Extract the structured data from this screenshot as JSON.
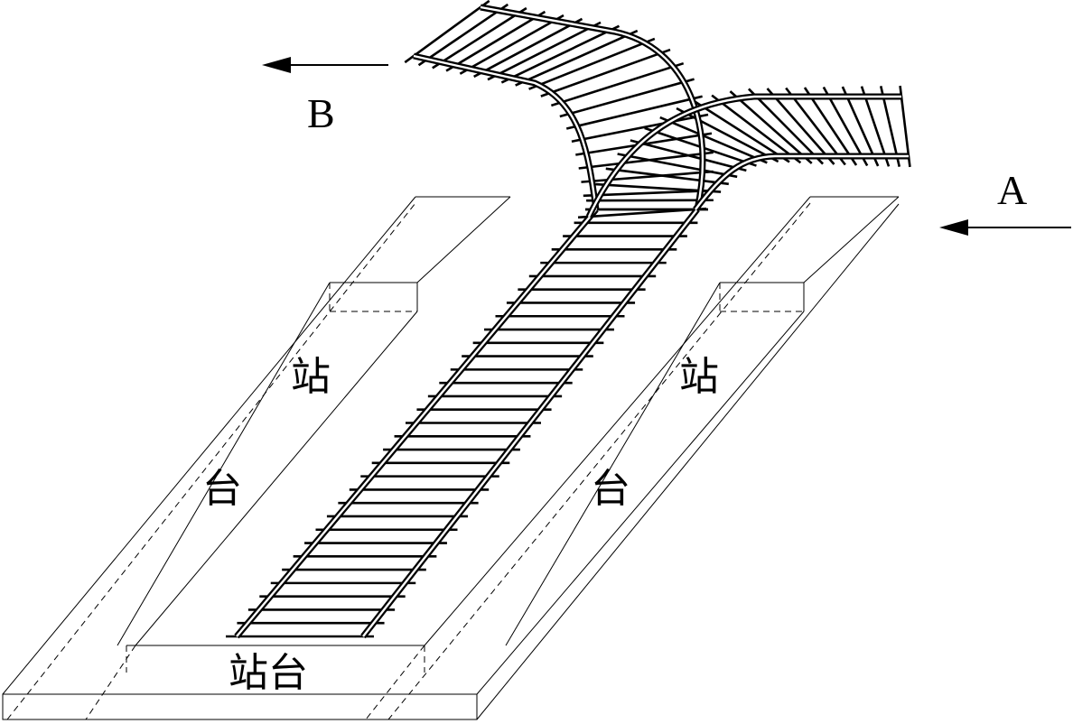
{
  "labels": {
    "direction_a": "A",
    "direction_b": "B",
    "left_platform_char1": "站",
    "left_platform_char2": "台",
    "right_platform_char1": "站",
    "right_platform_char2": "台",
    "end_platform": "站台"
  }
}
